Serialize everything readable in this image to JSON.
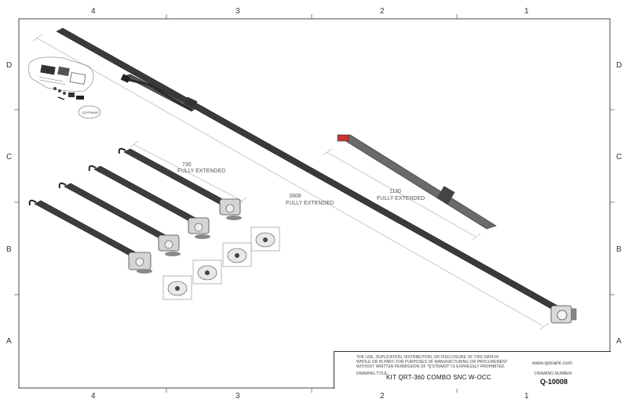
{
  "drawing": {
    "zones_top": [
      "4",
      "3",
      "2",
      "1"
    ],
    "zones_bottom": [
      "4",
      "3",
      "2",
      "1"
    ],
    "zones_left": [
      "D",
      "C",
      "B",
      "A"
    ],
    "zones_right": [
      "D",
      "C",
      "B",
      "A"
    ]
  },
  "dimensions": {
    "short_strap_length": "730",
    "short_strap_note": "FULLY EXTENDED",
    "long_belt_length": "3908",
    "long_belt_note": "FULLY EXTENDED",
    "mid_strap_length": "1130",
    "mid_strap_note": "FULLY EXTENDED"
  },
  "title_block": {
    "notice_line1": "THE USE, DUPLICATION, DISTRIBUTION, OR DISCLOSURE OF THIS DATA IN",
    "notice_line2": "WHOLE OR IN PART, FOR PURPOSES OF MANUFACTURING OR PROCUREMENT",
    "notice_line3": "WITHOUT WRITTEN PERMISSION OF \"Q'STRAINT\" IS EXPRESSLY PROHIBITED.",
    "drawing_title_label": "DRAWING TITLE:",
    "drawing_title": "KIT QRT-360 COMBO SNC W-OCC",
    "website": "www.qstraint.com",
    "drawing_number_label": "DRAWING NUMBER:",
    "drawing_number": "Q-10008"
  }
}
